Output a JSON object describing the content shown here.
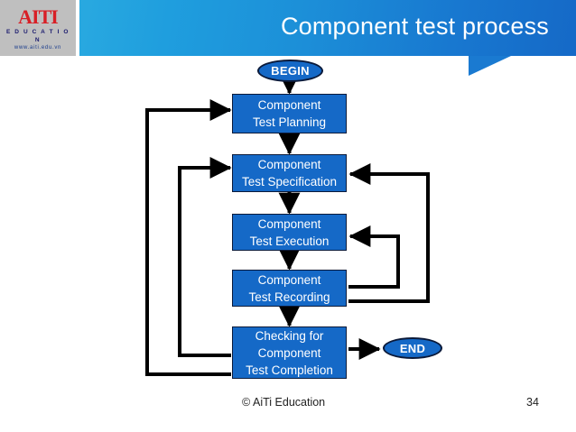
{
  "header": {
    "title": "Component test process",
    "gradient_from": "#29a9e0",
    "gradient_to": "#1569c7"
  },
  "logo": {
    "brand": "AITI",
    "subtitle": "E D U C A T I O N",
    "url": "www.aiti.edu.vn",
    "brand_color": "#d81f26",
    "plate_color": "#bfbfbf"
  },
  "diagram": {
    "type": "flowchart",
    "node_fill": "#1569c7",
    "node_border": "#0b1a3a",
    "node_text_color": "#ffffff",
    "nodes": [
      {
        "id": "begin",
        "shape": "oval",
        "label": "BEGIN"
      },
      {
        "id": "planning",
        "shape": "rect",
        "line1": "Component",
        "line2": "Test Planning"
      },
      {
        "id": "specification",
        "shape": "rect",
        "line1": "Component",
        "line2": "Test Specification"
      },
      {
        "id": "execution",
        "shape": "rect",
        "line1": "Component",
        "line2": "Test Execution"
      },
      {
        "id": "recording",
        "shape": "rect",
        "line1": "Component",
        "line2": "Test Recording"
      },
      {
        "id": "checking",
        "shape": "rect",
        "line1": "Checking for",
        "line2": "Component",
        "line3": "Test Completion"
      },
      {
        "id": "end",
        "shape": "oval",
        "label": "END"
      }
    ],
    "edges": [
      {
        "from": "begin",
        "to": "planning",
        "kind": "forward"
      },
      {
        "from": "planning",
        "to": "specification",
        "kind": "forward"
      },
      {
        "from": "specification",
        "to": "execution",
        "kind": "forward"
      },
      {
        "from": "execution",
        "to": "recording",
        "kind": "forward"
      },
      {
        "from": "recording",
        "to": "checking",
        "kind": "forward"
      },
      {
        "from": "checking",
        "to": "end",
        "kind": "forward"
      },
      {
        "from": "recording",
        "to": "execution",
        "kind": "feedback-right-inner"
      },
      {
        "from": "recording",
        "to": "specification",
        "kind": "feedback-right-outer"
      },
      {
        "from": "checking",
        "to": "specification",
        "kind": "feedback-left-inner"
      },
      {
        "from": "checking",
        "to": "planning",
        "kind": "feedback-left-outer"
      }
    ]
  },
  "footer": {
    "copyright": "© AiTi Education",
    "page": "34"
  }
}
